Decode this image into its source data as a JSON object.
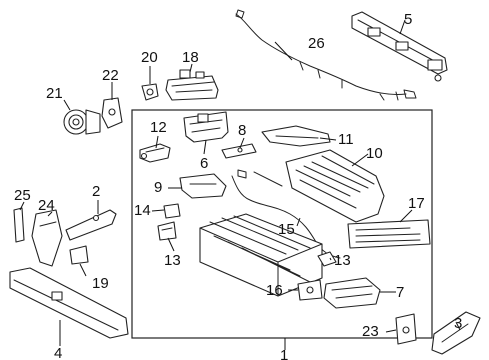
{
  "callouts": {
    "c1": "1",
    "c2": "2",
    "c3": "3",
    "c4": "4",
    "c5": "5",
    "c6": "6",
    "c7": "7",
    "c8": "8",
    "c9": "9",
    "c10": "10",
    "c11": "11",
    "c12": "12",
    "c13a": "13",
    "c13b": "13",
    "c14": "14",
    "c15": "15",
    "c16": "16",
    "c17": "17",
    "c18": "18",
    "c19": "19",
    "c20": "20",
    "c21": "21",
    "c22": "22",
    "c23": "23",
    "c24": "24",
    "c25": "25",
    "c26": "26"
  },
  "colors": {
    "line": "#222222",
    "background": "#ffffff"
  }
}
